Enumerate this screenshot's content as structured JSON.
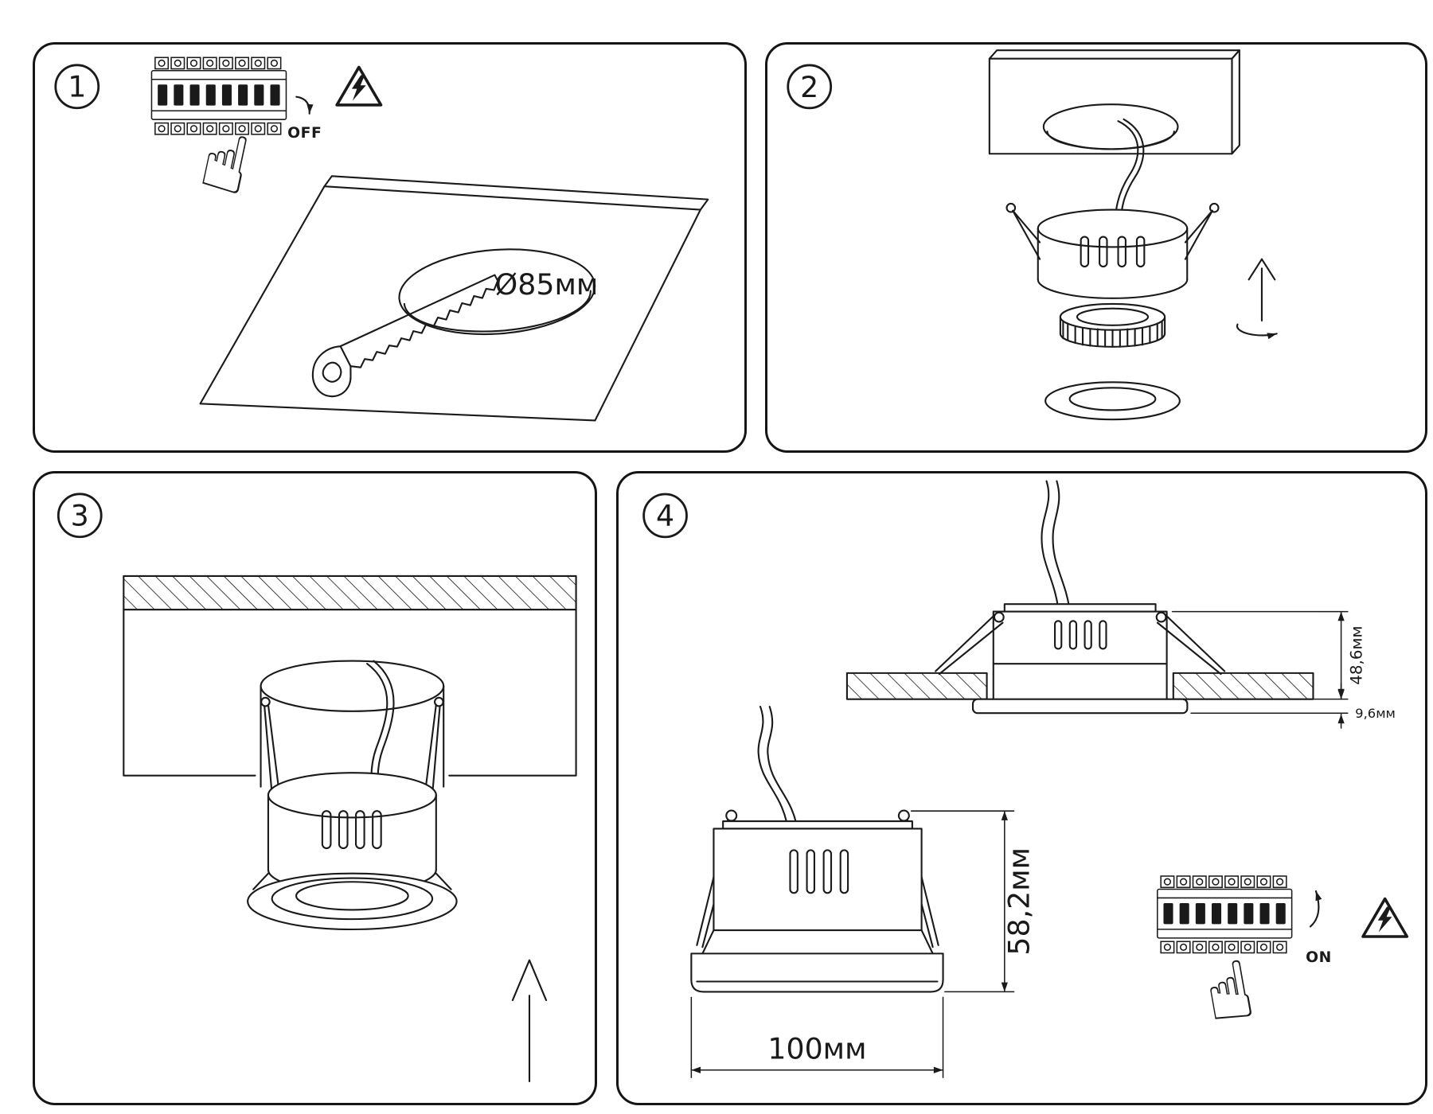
{
  "style": {
    "background": "#ffffff",
    "ink": "#1a1a1a"
  },
  "icons": {
    "hand": "☝"
  },
  "steps": {
    "step1": {
      "number": "1",
      "power_label": "OFF",
      "hole_diameter_label": "Ø85мм"
    },
    "step2": {
      "number": "2"
    },
    "step3": {
      "number": "3"
    },
    "step4": {
      "number": "4",
      "power_label": "ON",
      "dim_recess_depth": "48,6мм",
      "dim_trim_height": "9,6мм",
      "dim_body_height": "58,2мм",
      "dim_body_width": "100мм"
    }
  }
}
